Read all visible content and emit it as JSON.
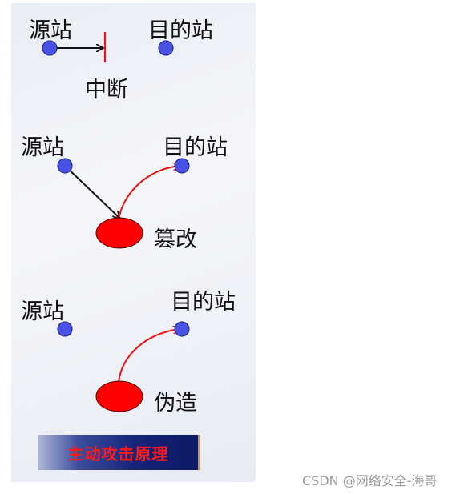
{
  "scenarios": {
    "interruption": {
      "source_label": "源站",
      "destination_label": "目的站",
      "attack_label": "中断"
    },
    "modification": {
      "source_label": "源站",
      "destination_label": "目的站",
      "attack_label": "篡改"
    },
    "fabrication": {
      "source_label": "源站",
      "destination_label": "目的站",
      "attack_label": "伪造"
    }
  },
  "title": "主动攻击原理",
  "watermark": "CSDN @网络安全-海哥",
  "colors": {
    "node_fill": "#4a52e6",
    "attacker_fill": "#ff0000",
    "attack_arrow": "#ee1111",
    "normal_arrow": "#111111",
    "title_text": "#ff1a1a",
    "title_bg": "#0d1a66"
  }
}
